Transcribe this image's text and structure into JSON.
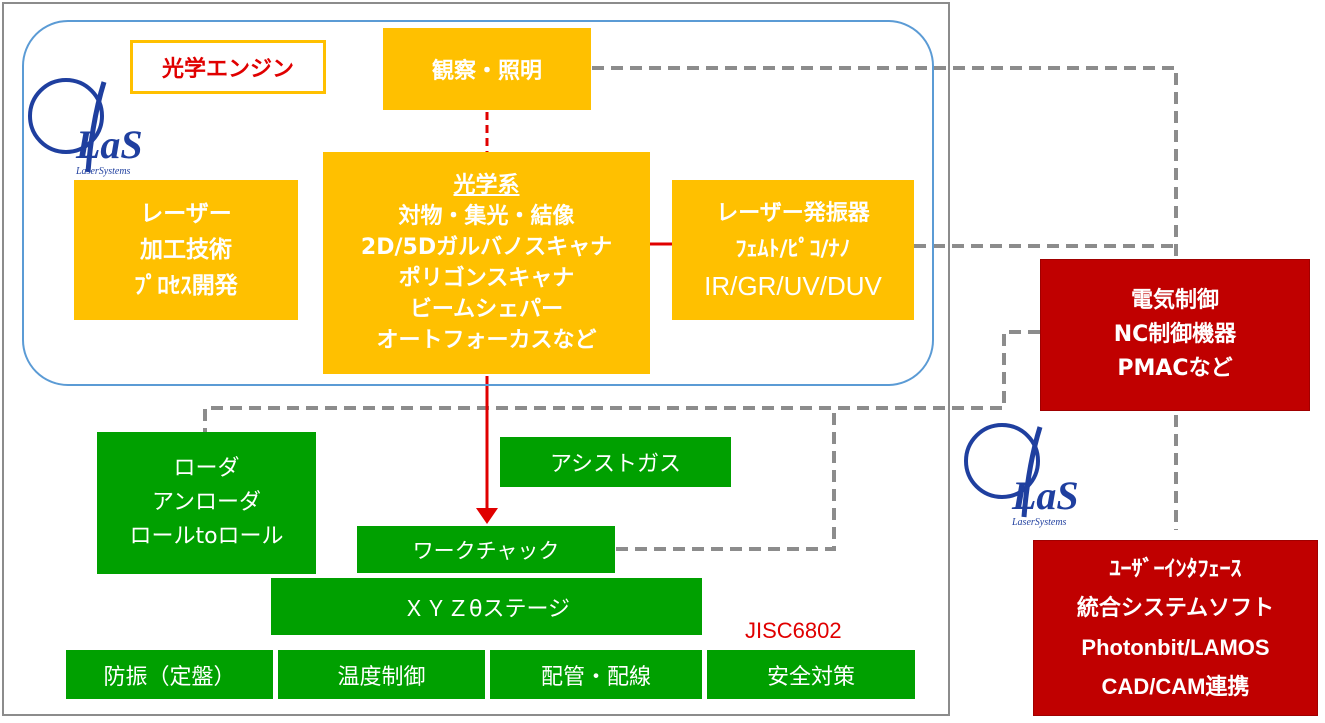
{
  "engine_tag": "光学エンジン",
  "observation": "観察・照明",
  "optics": [
    "光学系",
    "対物・集光・結像",
    "2D/5Dガルバノスキャナ",
    "ポリゴンスキャナ",
    "ビームシェパー",
    "オートフォーカスなど"
  ],
  "laser_process": [
    "レーザー",
    "加工技術",
    "ﾌﾟﾛｾｽ開発"
  ],
  "oscillator": [
    "レーザー発振器",
    "ﾌｪﾑﾄ/ﾋﾟｺ/ﾅﾉ",
    "IR/GR/UV/DUV"
  ],
  "electrical": [
    "電気制御",
    "NC制御機器",
    "PMACなど"
  ],
  "loader": [
    "ローダ",
    "アンローダ",
    "ロールtoロール"
  ],
  "assist_gas": "アシストガス",
  "work_chuck": "ワークチャック",
  "xyz_stage": "ＸＹＺθステージ",
  "standard": "JISC6802",
  "bottom_boxes": [
    "防振（定盤）",
    "温度制御",
    "配管・配線",
    "安全対策"
  ],
  "ui_software": [
    "ﾕｰｻﾞｰｲﾝﾀﾌｪｰｽ",
    "統合システムソフト",
    "Photonbit/LAMOS",
    "CAD/CAM連携"
  ],
  "logo": {
    "text": "LaS",
    "sub": "LaserSystems"
  },
  "colors": {
    "yellow": "#ffc000",
    "green": "#00a000",
    "red": "#c00000",
    "blue": "#5b9bd5",
    "dash": "#8c8c8c"
  }
}
